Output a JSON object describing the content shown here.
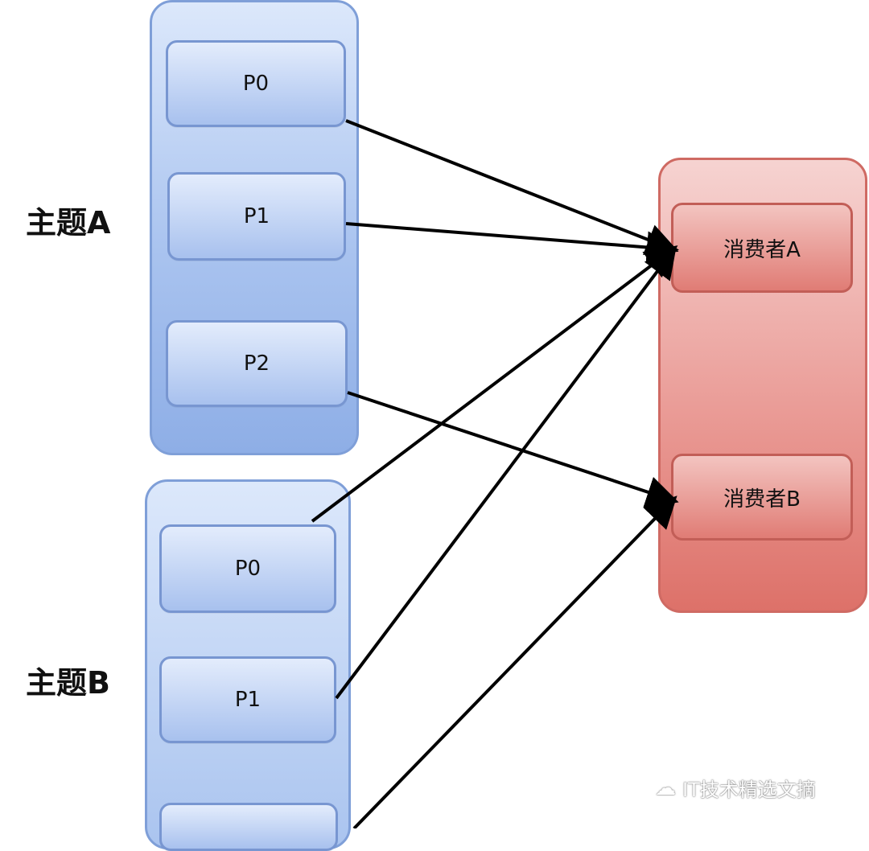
{
  "topics": [
    {
      "label": "主题A",
      "partitions": [
        "P0",
        "P1",
        "P2"
      ]
    },
    {
      "label": "主题B",
      "partitions": [
        "P0",
        "P1",
        ""
      ]
    }
  ],
  "consumers": [
    "消费者A",
    "消费者B"
  ],
  "watermark": "IT技术精选文摘",
  "colors": {
    "topic_fill": "#a9c3ef",
    "topic_border": "#7f9fd8",
    "consumer_fill": "#ea9c97",
    "consumer_border": "#cf6a63",
    "arrow": "#000000"
  }
}
